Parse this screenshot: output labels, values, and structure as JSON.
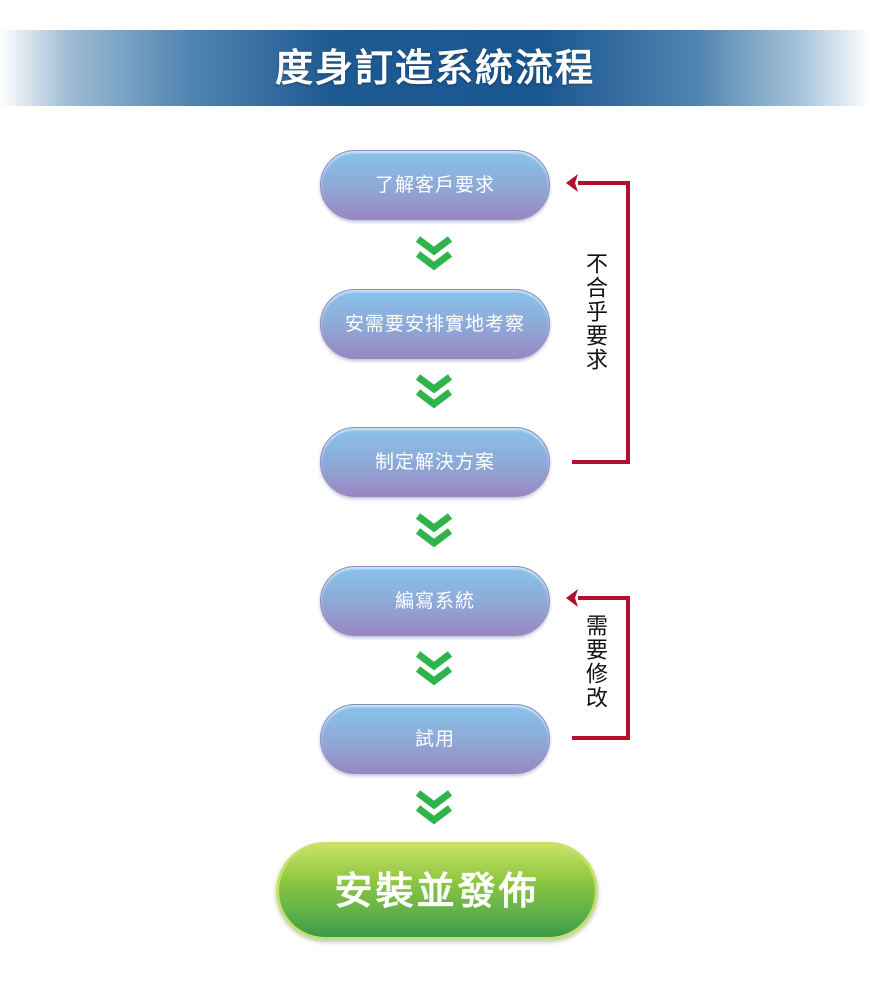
{
  "title": "度身訂造系統流程",
  "steps": [
    "了解客戶要求",
    "安需要安排實地考察",
    "制定解決方案",
    "編寫系統",
    "試用"
  ],
  "final_step": "安裝並發佈",
  "loops": [
    {
      "label": "不合乎要求",
      "from_step": 3,
      "to_step": 1
    },
    {
      "label": "需要修改",
      "from_step": 5,
      "to_step": 4
    }
  ],
  "colors": {
    "title_blue": "#1f5a92",
    "step_top": "#88c3ea",
    "step_bottom": "#9a86c3",
    "final_green": "#5eb04a",
    "chevron_green": "#2fb34a",
    "loop_red": "#b0102a"
  }
}
